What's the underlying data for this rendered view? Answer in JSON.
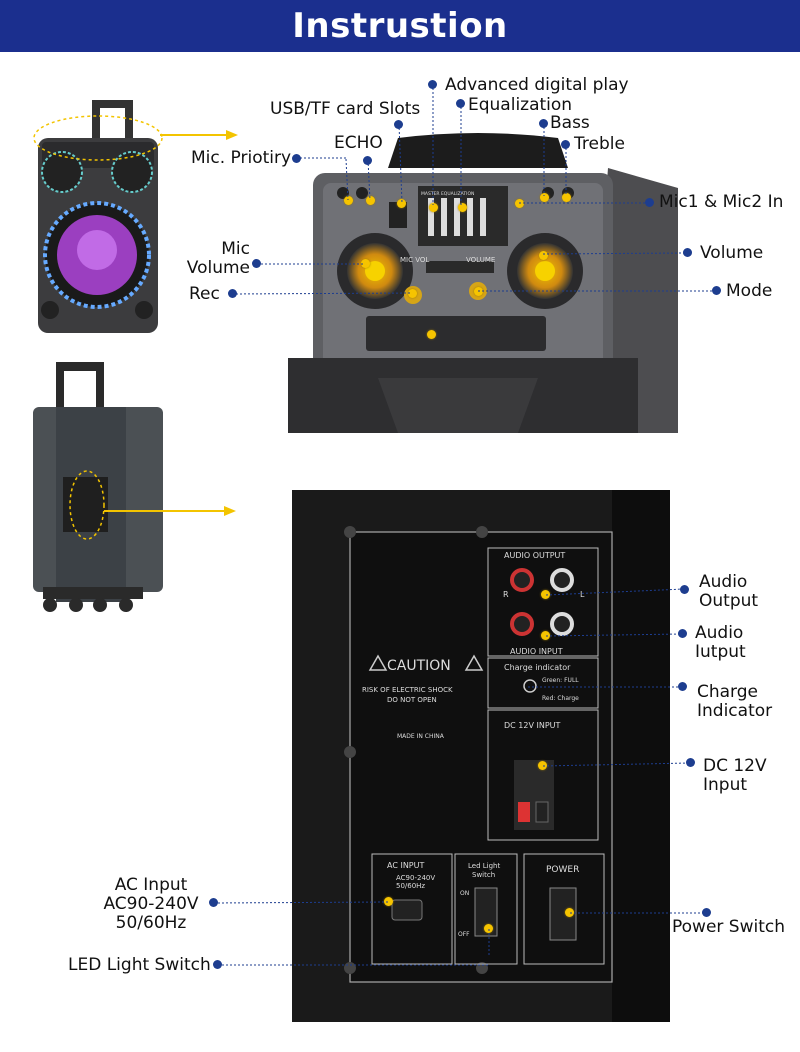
{
  "header": {
    "title": "Instrustion"
  },
  "colors": {
    "banner": "#1b2f8e",
    "callout_dot": "#1d3d8f",
    "marker": "#f6c400",
    "arrow": "#f3c400"
  },
  "top_labels": {
    "advanced": "Advanced digital play",
    "usb": "USB/TF card Slots",
    "equalization": "Equalization",
    "bass": "Bass",
    "echo": "ECHO",
    "treble": "Treble",
    "mic_priority": "Mic. Priotiry",
    "mic_in": "Mic1 & Mic2 In",
    "mic_volume": "Mic\nVolume",
    "volume": "Volume",
    "rec": "Rec",
    "mode": "Mode"
  },
  "bottom_labels": {
    "audio_output": "Audio\nOutput",
    "audio_input": "Audio\nIutput",
    "charge_indicator": "Charge\nIndicator",
    "dc_input": "DC 12V\nInput",
    "ac_input": "AC Input\nAC90-240V\n50/60Hz",
    "led_switch": "LED Light Switch",
    "power_switch": "Power Switch"
  },
  "panel_text": {
    "audio_output": "AUDIO OUTPUT",
    "audio_input": "AUDIO INPUT",
    "caution": "CAUTION",
    "risk_1": "RISK OF ELECTRIC SHOCK",
    "risk_2": "DO NOT OPEN",
    "made_in": "MADE IN CHINA",
    "charge": "Charge indicator",
    "green": "Green: FULL",
    "red": "Red: Charge",
    "dc_input": "DC 12V INPUT",
    "ac_input": "AC INPUT",
    "ac_volt": "AC90-240V",
    "ac_freq": "50/60Hz",
    "led_1": "Led Light",
    "led_2": "Switch",
    "power": "POWER",
    "on": "ON",
    "off": "OFF",
    "r": "R",
    "l": "L",
    "mic_vol": "MIC VOL",
    "volume": "VOLUME",
    "master_eq": "MASTER EQUALIZATION"
  }
}
